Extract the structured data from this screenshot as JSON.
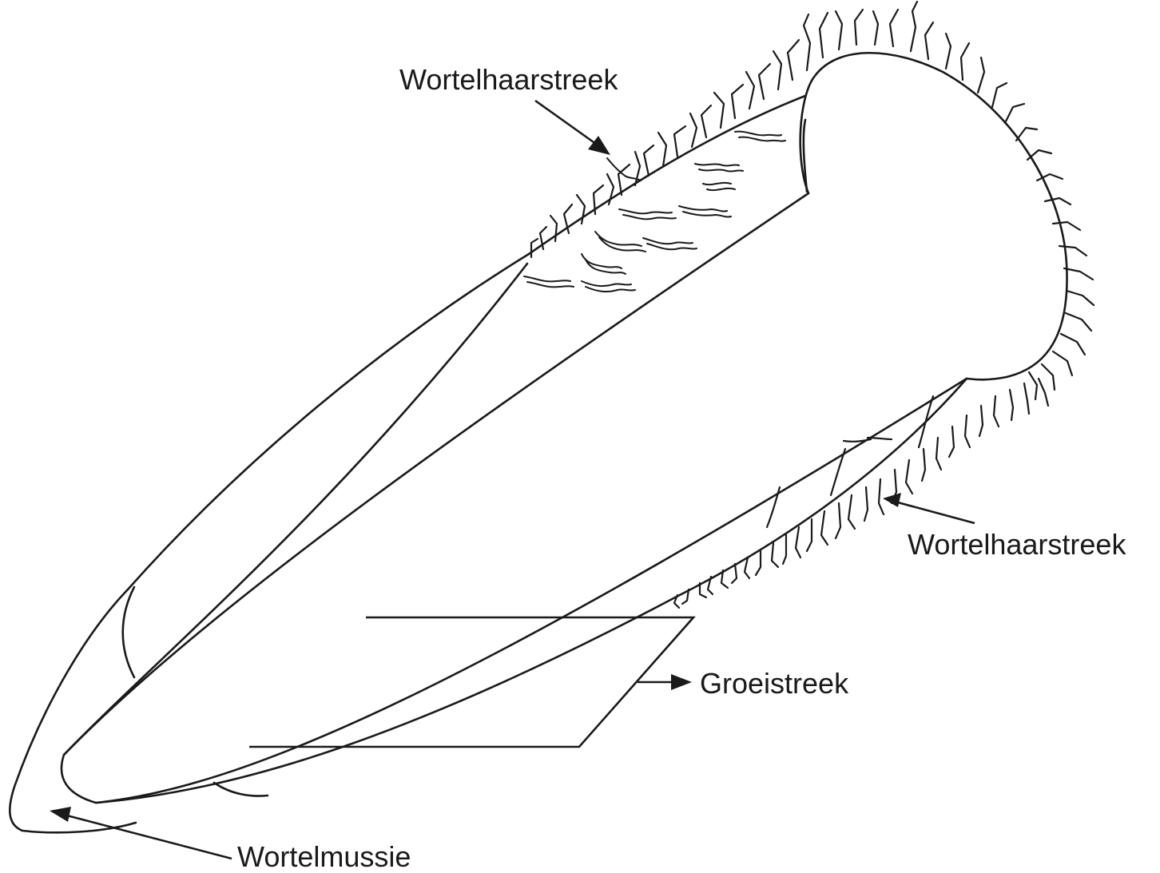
{
  "labels": {
    "root_hair_top": "Wortelhaarstreek",
    "root_hair_bottom": "Wortelhaarstreek",
    "growth_zone": "Groeistreek",
    "root_cap": "Wortelmussie"
  },
  "colors": {
    "line": "#1a1a1a",
    "background": "#ffffff"
  }
}
